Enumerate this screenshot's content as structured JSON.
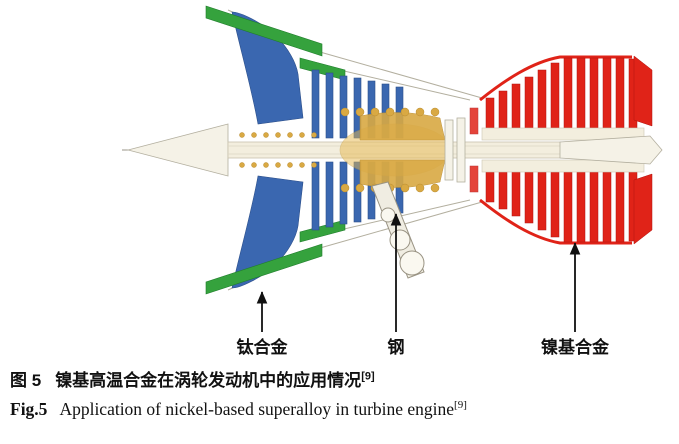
{
  "figure": {
    "labels": {
      "titanium": "钛合金",
      "steel": "钢",
      "nickel": "镍基合金"
    },
    "colors": {
      "titanium": "#3a67b0",
      "green": "#35a23d",
      "nickel": "#e02318",
      "gold": "#d9a943"
    }
  },
  "caption": {
    "zh_label": "图 5",
    "zh_text": "镍基高温合金在涡轮发动机中的应用情况",
    "zh_sup": "[9]",
    "en_label": "Fig.5",
    "en_text": "Application of nickel-based superalloy in turbine engine",
    "en_sup": "[9]"
  }
}
